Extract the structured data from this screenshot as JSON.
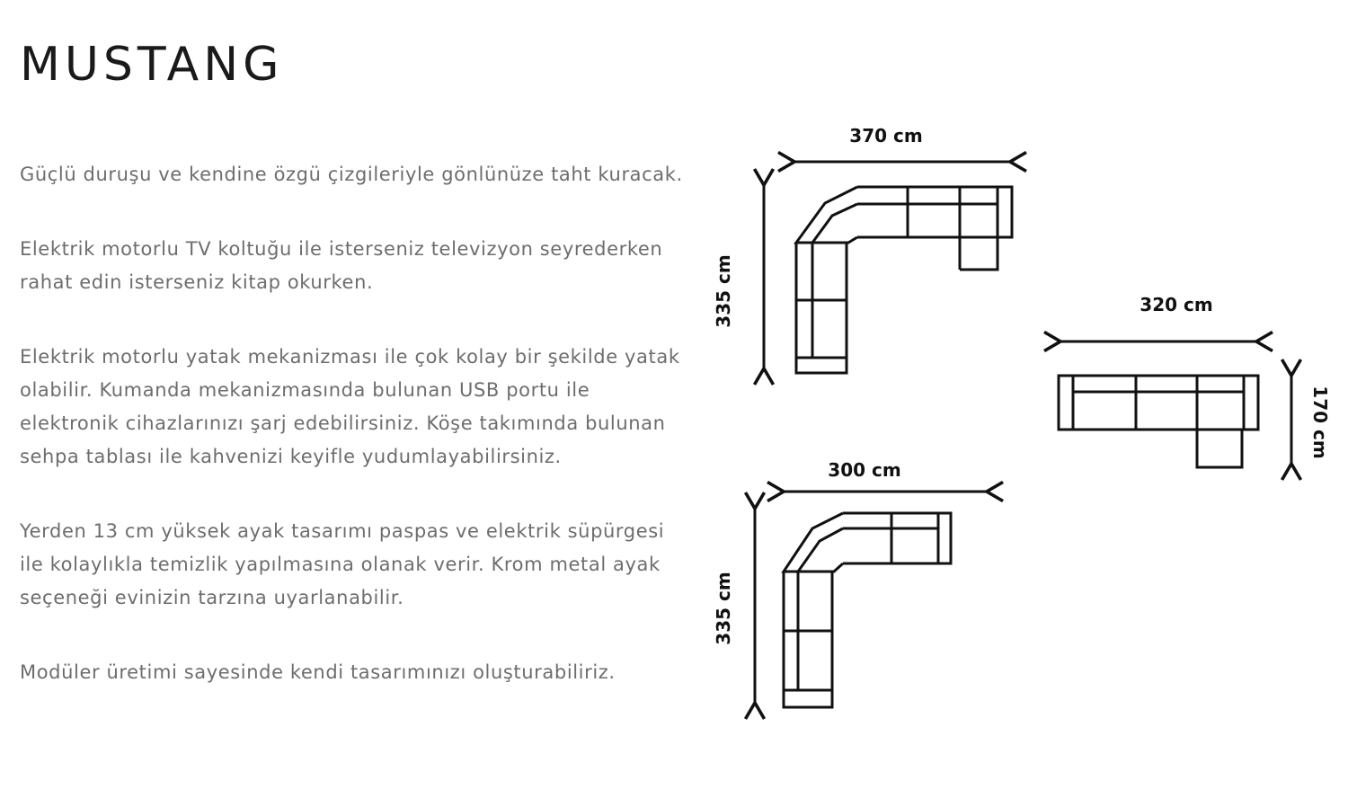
{
  "title": "MUSTANG",
  "paragraphs": [
    "Güçlü duruşu ve kendine özgü çizgileriyle gönlünüze taht kuracak.",
    "Elektrik motorlu TV koltuğu ile isterseniz televizyon seyrederken rahat edin isterseniz kitap okurken.",
    "Elektrik motorlu yatak mekanizması ile çok kolay bir şekilde yatak olabilir. Kumanda mekanizmasında bulunan USB portu ile elektronik cihazlarınızı şarj edebilirsiniz. Köşe takımında bulunan sehpa tablası ile kahvenizi keyifle yudumlayabilirsiniz.",
    "Yerden 13 cm yüksek ayak tasarımı paspas ve elektrik süpürgesi ile kolaylıkla temizlik yapılmasına olanak verir. Krom metal ayak seçeneği evinizin tarzına uyarlanabilir.",
    "Modüler üretimi sayesinde kendi tasarımınızı oluşturabiliriz."
  ],
  "diagrams": {
    "corner_large": {
      "width_label": "370 cm",
      "depth_label": "335 cm"
    },
    "chaise": {
      "width_label": "320 cm",
      "depth_label": "170 cm"
    },
    "corner_small": {
      "width_label": "300 cm",
      "depth_label": "335 cm"
    }
  }
}
